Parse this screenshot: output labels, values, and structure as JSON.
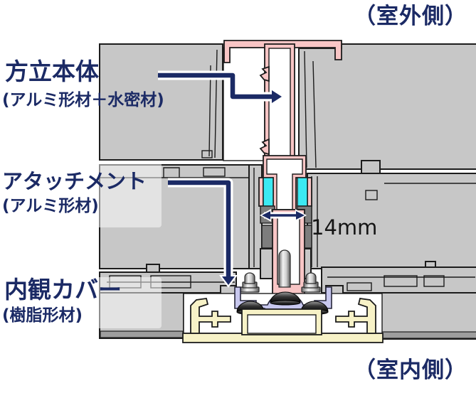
{
  "colors": {
    "navy": "#1b2a65",
    "panel-gray": "#c7c7c7",
    "panel-gray-dark": "#9e9e9e",
    "outline": "#1c1c1c",
    "mullion-pink": "#f8c5c5",
    "seal-cyan": "#3de9f2",
    "gasket-gray": "#7d7d7d",
    "bracket-lavender": "#c7c7ee",
    "resin-yellow": "#f7f2c7"
  },
  "sides": {
    "outdoor": "（室外側）",
    "indoor": "（室内側）"
  },
  "dimension": {
    "value": "14mm"
  },
  "parts": [
    {
      "name": "方立本体",
      "material": "(アルミ形材＋水密材)"
    },
    {
      "name": "アタッチメント",
      "material": "(アルミ形材)"
    },
    {
      "name": "内観カバー",
      "material": "(樹脂形材)"
    }
  ]
}
